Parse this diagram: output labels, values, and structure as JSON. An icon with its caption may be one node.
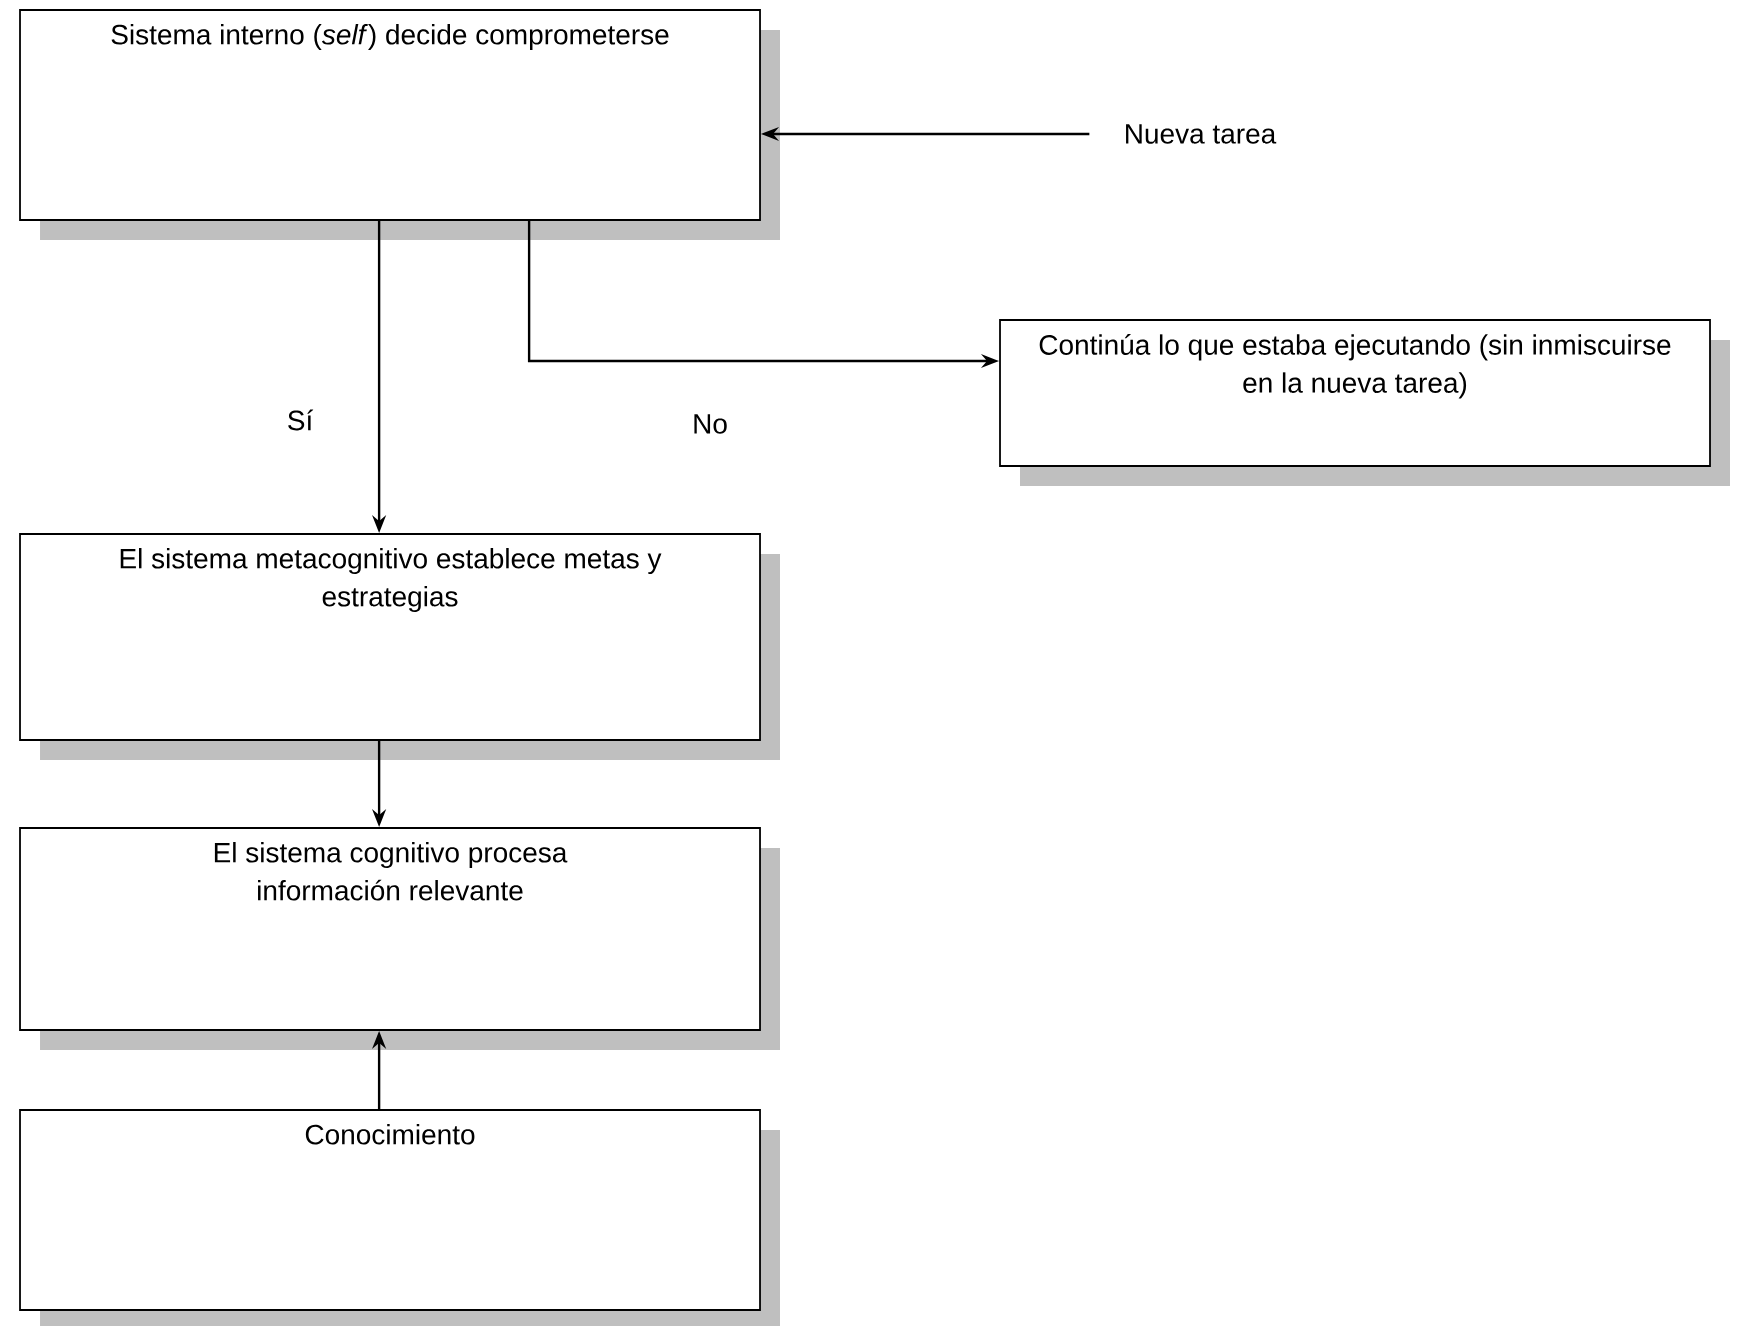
{
  "diagram": {
    "nodes": [
      {
        "text": [
          "Sistema interno (*self*) decide comprometerse"
        ]
      },
      {
        "text": [
          "Nueva tarea"
        ]
      },
      {
        "text": [
          "Continúa lo que estaba ejecutando (sin inmiscuirse en la nueva tarea)"
        ]
      },
      {
        "text": [
          "El sistema metacognitivo establece metas y estrategias"
        ]
      },
      {
        "text": [
          "El sistema cognitivo procesa información relevante"
        ]
      },
      {
        "text": [
          "Conocimiento"
        ]
      }
    ],
    "edges": [
      {
        "from": 1,
        "to": 0,
        "arrow": "to"
      },
      {
        "from": 0,
        "to": 2,
        "arrow": "to",
        "label": "No"
      },
      {
        "from": 0,
        "to": 3,
        "arrow": "to",
        "label": "Sí"
      },
      {
        "from": 3,
        "to": 4,
        "arrow": "to"
      },
      {
        "from": 5,
        "to": 4,
        "arrow": "to"
      }
    ]
  }
}
